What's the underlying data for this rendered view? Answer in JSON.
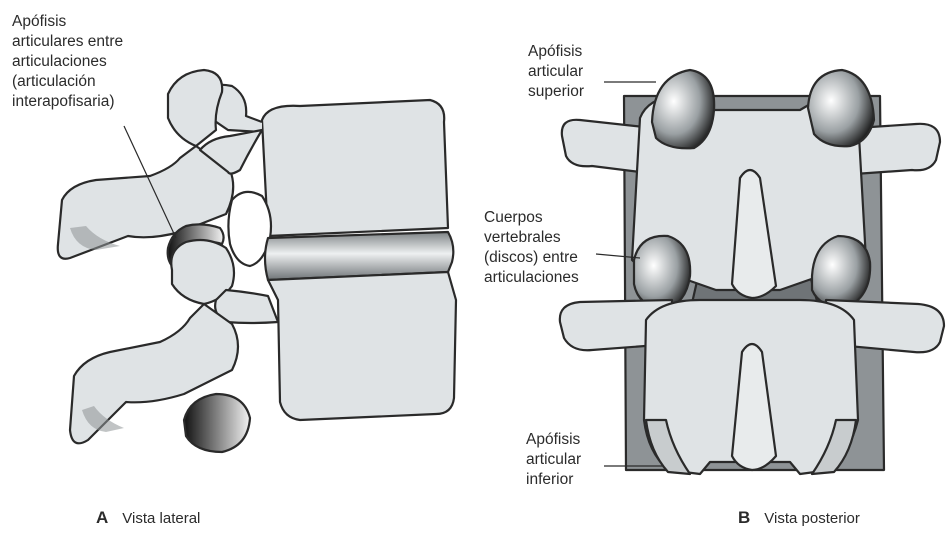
{
  "lateral": {
    "label_facet": [
      "Apófisis",
      "articulares entre",
      "articulaciones",
      "(articulación",
      "interapofisaria)"
    ],
    "caption_letter": "A",
    "caption_text": "Vista lateral"
  },
  "posterior": {
    "label_superior": [
      "Apófisis",
      "articular",
      "superior"
    ],
    "label_bodies": [
      "Cuerpos",
      "vertebrales",
      "(discos) entre",
      "articulaciones"
    ],
    "label_inferior": [
      "Apófisis",
      "articular",
      "inferior"
    ],
    "caption_letter": "B",
    "caption_text": "Vista posterior"
  },
  "colors": {
    "bone": "#dfe3e5",
    "bone_shadow": "#8e9396",
    "outline": "#2a2a2a",
    "disc": "#a9adb0"
  }
}
